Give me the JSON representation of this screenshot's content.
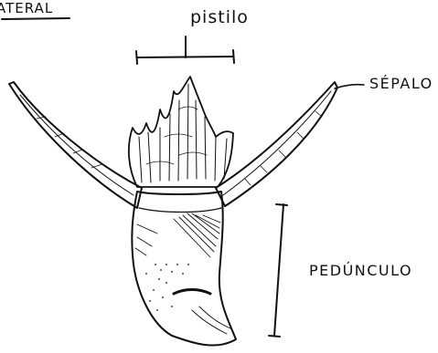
{
  "labels": {
    "corner": "ATERAL",
    "pistil": "pistilo",
    "sepal": "SÉPALO",
    "peduncle": "PEDÚNCULO"
  }
}
